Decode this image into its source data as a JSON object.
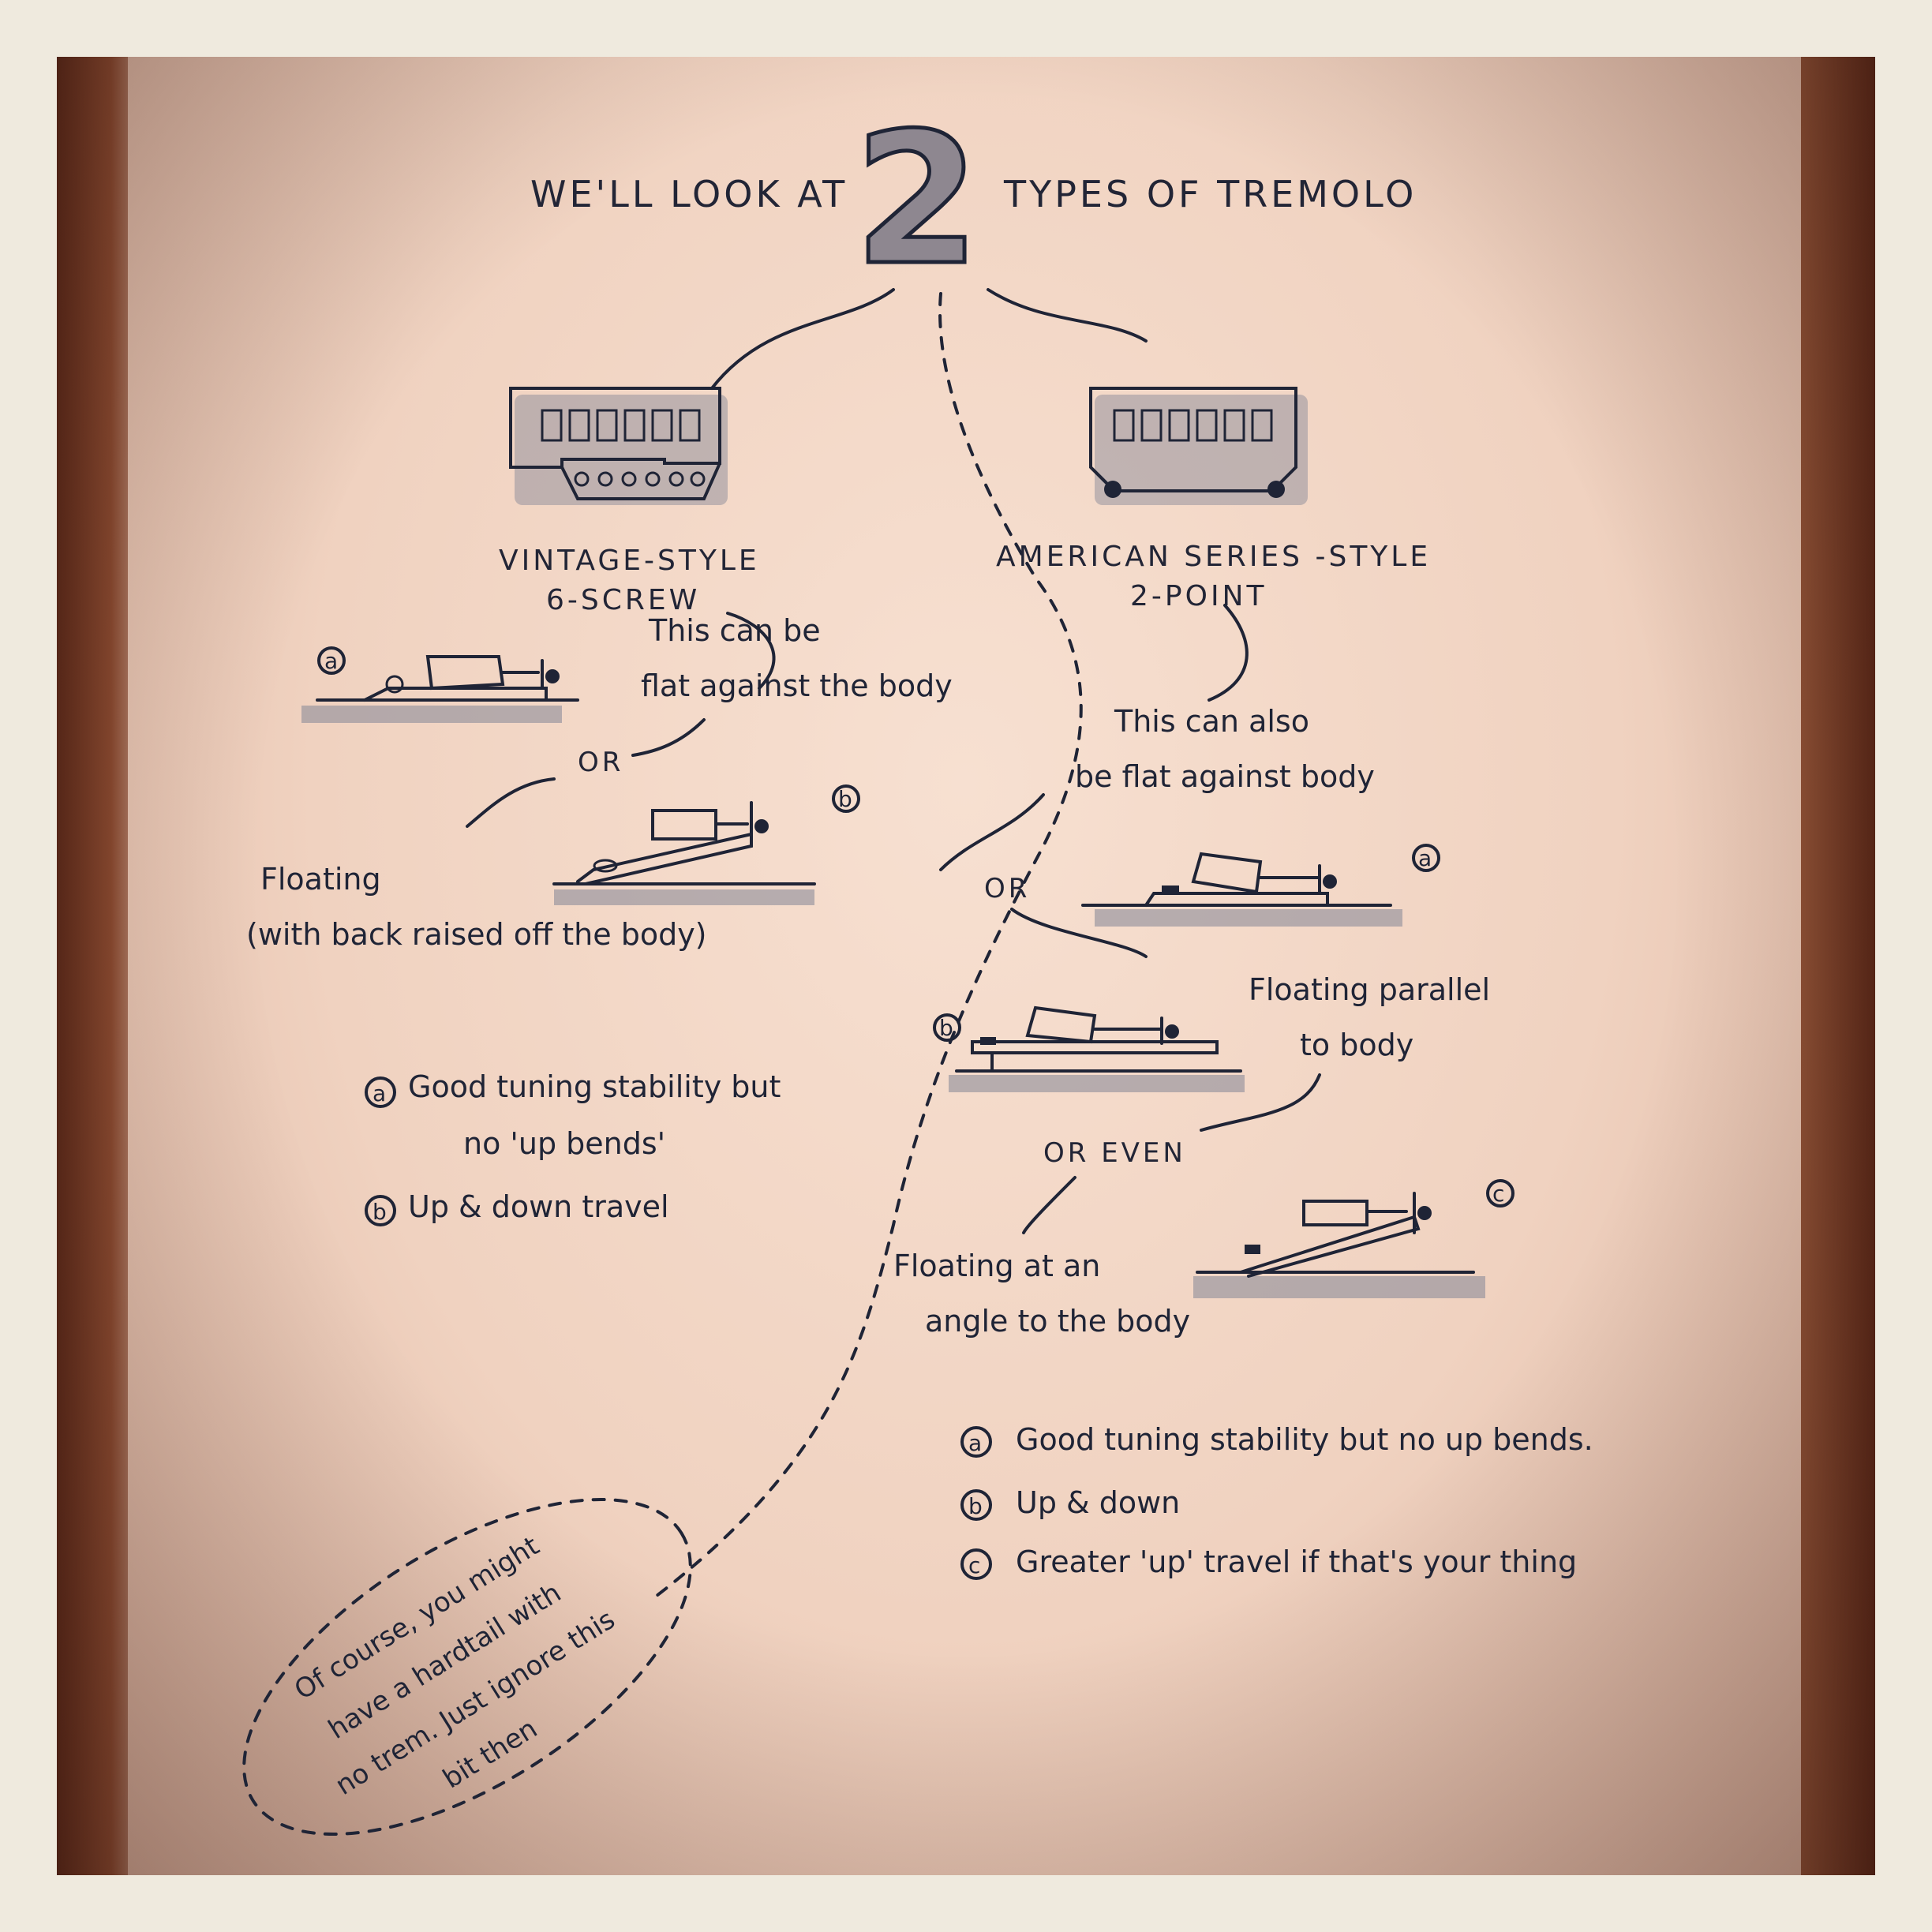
{
  "title": {
    "left": "WE'LL LOOK AT",
    "number": "2",
    "right": "TYPES OF TREMOLO"
  },
  "vintage": {
    "label_line1": "VINTAGE-STYLE",
    "label_line2": "6-SCREW",
    "flat_line1": "This can be",
    "flat_line2": "flat against the body",
    "or": "OR",
    "floating_line1": "Floating",
    "floating_line2": "(with back raised off the body)",
    "badge_a": "a",
    "badge_b": "b",
    "notes": [
      {
        "badge": "a",
        "line1": "Good tuning stability but",
        "line2": "no 'up bends'"
      },
      {
        "badge": "b",
        "line1": "Up & down travel",
        "line2": ""
      }
    ]
  },
  "american": {
    "label_line1": "AMERICAN SERIES -STYLE",
    "label_line2": "2-POINT",
    "flat_line1": "This can also",
    "flat_line2": "be flat against body",
    "or": "OR",
    "parallel_line1": "Floating parallel",
    "parallel_line2": "to body",
    "or_even": "OR EVEN",
    "angle_line1": "Floating at an",
    "angle_line2": "angle to the body",
    "badge_a": "a",
    "badge_b": "b",
    "badge_c": "c",
    "notes": [
      {
        "badge": "a",
        "text": "Good tuning stability but no up bends."
      },
      {
        "badge": "b",
        "text": "Up & down"
      },
      {
        "badge": "c",
        "text": "Greater 'up' travel if that's your thing"
      }
    ]
  },
  "hardtail_bubble": {
    "line1": "Of course, you might",
    "line2": "have a hardtail with",
    "line3": "no trem. Just ignore this",
    "line4": "bit then"
  },
  "colors": {
    "ink": "#1f2436",
    "paper": "#f2d5c4",
    "wood": "#5c2a1a",
    "marker_gray": "#8c8c9a"
  }
}
